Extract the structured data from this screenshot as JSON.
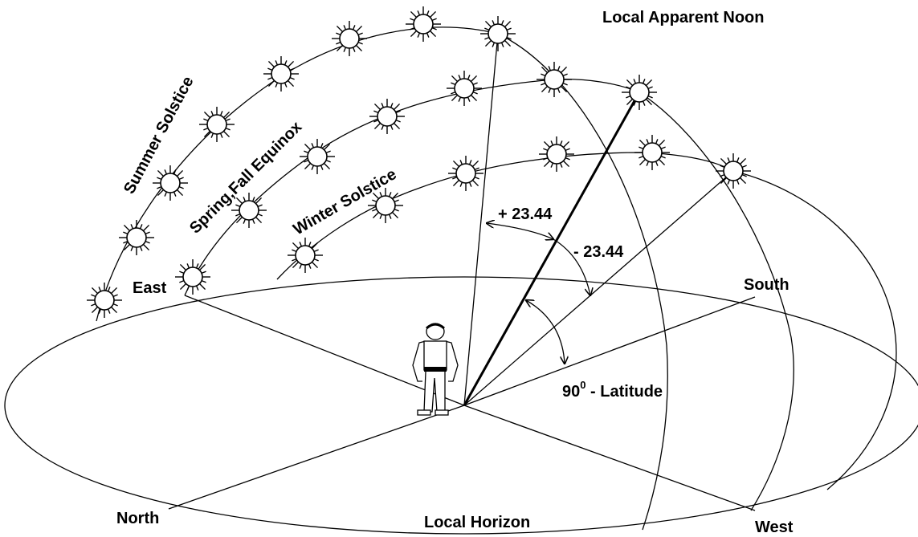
{
  "labels": {
    "local_apparent_noon": "Local Apparent Noon",
    "summer_solstice": "Summer Solstice",
    "spring_fall_equinox": "Spring,Fall Equinox",
    "winter_solstice": "Winter Solstice",
    "plus_angle": "+ 23.44",
    "minus_angle": "- 23.44",
    "latitude_base": "90",
    "latitude_sup": "0",
    "latitude_rest": " - Latitude",
    "east": "East",
    "south": "South",
    "north": "North",
    "west": "West",
    "local_horizon": "Local Horizon"
  },
  "icons": {
    "sun": "sun-icon",
    "observer": "person-icon"
  }
}
